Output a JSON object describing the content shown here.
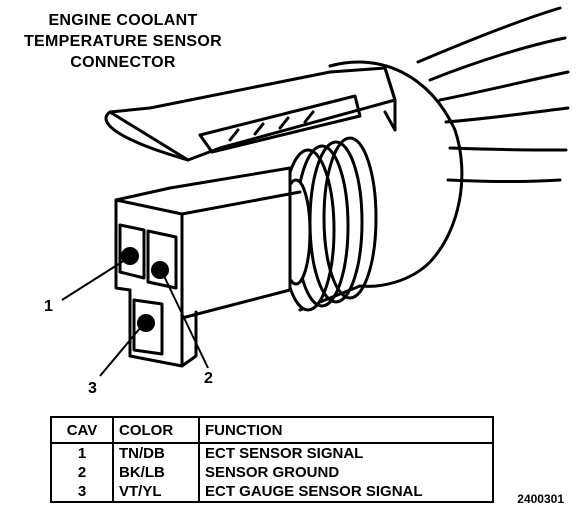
{
  "title_lines": [
    "ENGINE COOLANT",
    "TEMPERATURE SENSOR",
    "CONNECTOR"
  ],
  "callouts": {
    "one": "1",
    "two": "2",
    "three": "3"
  },
  "table": {
    "headers": {
      "cav": "CAV",
      "color": "COLOR",
      "function": "FUNCTION"
    },
    "rows": [
      {
        "cav": "1",
        "color": "TN/DB",
        "function": "ECT SENSOR SIGNAL"
      },
      {
        "cav": "2",
        "color": "BK/LB",
        "function": "SENSOR GROUND"
      },
      {
        "cav": "3",
        "color": "VT/YL",
        "function": "ECT GAUGE SENSOR SIGNAL"
      }
    ]
  },
  "figure_number": "2400301",
  "colors": {
    "ink": "#000000",
    "paper": "#ffffff"
  }
}
